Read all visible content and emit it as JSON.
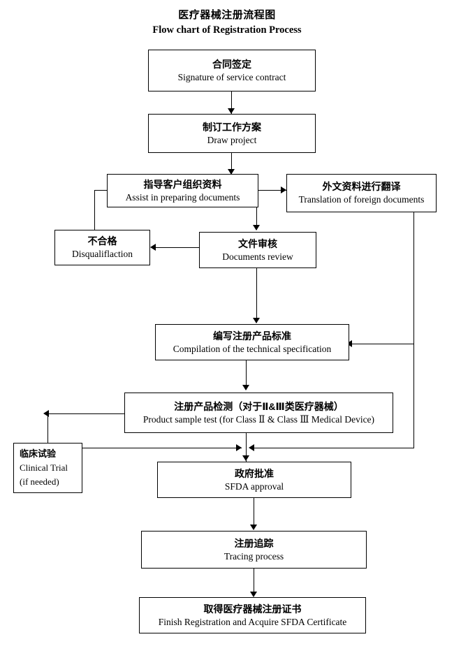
{
  "title": {
    "cn": "医疗器械注册流程图",
    "en": "Flow chart of Registration Process"
  },
  "nodes": [
    {
      "id": "contract",
      "cn": "合同签定",
      "en": "Signature of service contract"
    },
    {
      "id": "draw_project",
      "cn": "制订工作方案",
      "en": "Draw project"
    },
    {
      "id": "assist",
      "cn": "指导客户组织资料",
      "en": "Assist in preparing documents"
    },
    {
      "id": "translation",
      "cn": "外文资料进行翻译",
      "en": "Translation of foreign documents"
    },
    {
      "id": "disqualify",
      "cn": "不合格",
      "en": "Disqualiflaction"
    },
    {
      "id": "doc_review",
      "cn": "文件审核",
      "en": "Documents review"
    },
    {
      "id": "compilation",
      "cn": "编写注册产品标准",
      "en": "Compilation of the technical specification"
    },
    {
      "id": "sample_test",
      "cn": "注册产品检测（对于Ⅱ&Ⅲ类医疗器械）",
      "en": "Product sample test (for Class  Ⅱ & Class  Ⅲ  Medical Device)"
    },
    {
      "id": "clinical",
      "cn": "临床试验",
      "en": "Clinical Trial",
      "en2": "(if needed)"
    },
    {
      "id": "sfda",
      "cn": "政府批准",
      "en": "SFDA approval"
    },
    {
      "id": "tracing",
      "cn": "注册追踪",
      "en": "Tracing process"
    },
    {
      "id": "finish",
      "cn": "取得医疗器械注册证书",
      "en": "Finish Registration and Acquire SFDA Certificate"
    }
  ],
  "colors": {
    "stroke": "#000000",
    "background": "#ffffff",
    "text": "#000000"
  }
}
